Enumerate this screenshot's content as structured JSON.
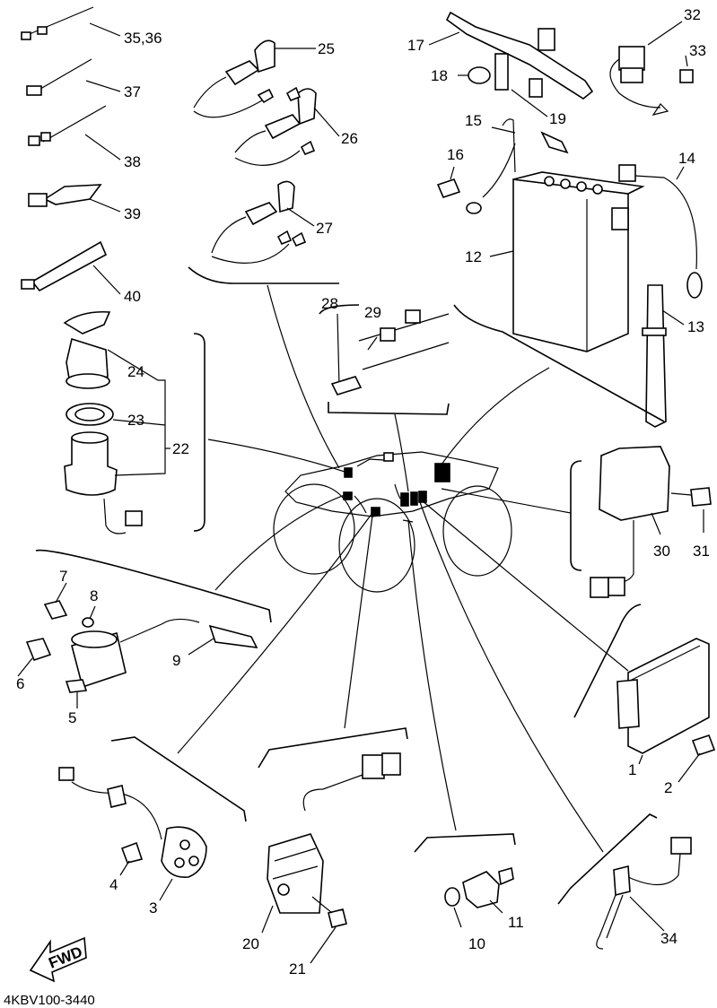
{
  "diagram_code": "4KBV100-3440",
  "fwd_label": "FWD",
  "callouts": {
    "c1": "1",
    "c2": "2",
    "c3": "3",
    "c4": "4",
    "c5": "5",
    "c6": "6",
    "c7": "7",
    "c8": "8",
    "c9": "9",
    "c10": "10",
    "c11": "11",
    "c12": "12",
    "c13": "13",
    "c14": "14",
    "c15": "15",
    "c16": "16",
    "c17": "17",
    "c18": "18",
    "c19": "19",
    "c20": "20",
    "c21": "21",
    "c22": "22",
    "c23": "23",
    "c24": "24",
    "c25": "25",
    "c26": "26",
    "c27": "27",
    "c28": "28",
    "c29": "29",
    "c30": "30",
    "c31": "31",
    "c32": "32",
    "c33": "33",
    "c34": "34",
    "c3536": "35,36",
    "c37": "37",
    "c38": "38",
    "c39": "39",
    "c40": "40"
  }
}
